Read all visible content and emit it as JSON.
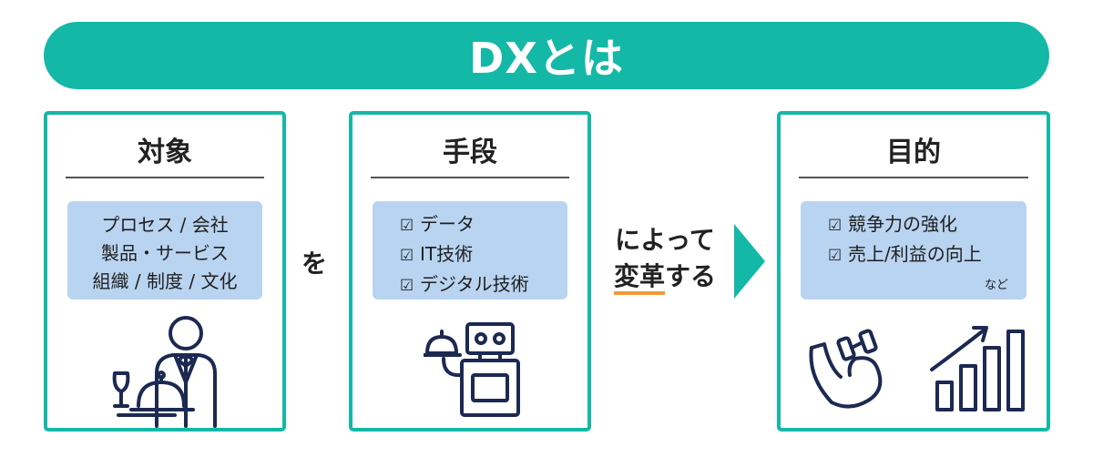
{
  "title": "DXとは",
  "columns": [
    {
      "heading": "対象",
      "items": [
        "プロセス / 会社",
        "製品・サービス",
        "組織 / 制度 / 文化"
      ],
      "illustration": "waiter-serving-icon"
    },
    {
      "heading": "手段",
      "items": [
        "データ",
        "IT技術",
        "デジタル技術"
      ],
      "check": "☑",
      "illustration": "robot-waiter-icon"
    },
    {
      "heading": "目的",
      "items": [
        "競争力の強化",
        "売上/利益の向上"
      ],
      "check": "☑",
      "note": "など",
      "illustration": "strength-growth-icon"
    }
  ],
  "connector_wo": "を",
  "connector_yotte": "によって",
  "connector_henkaku": "変革",
  "connector_suru": "する",
  "colors": {
    "teal": "#14b8a6",
    "box_blue": "#b9d4f1",
    "navy": "#1c2951",
    "orange": "#f29a38"
  }
}
